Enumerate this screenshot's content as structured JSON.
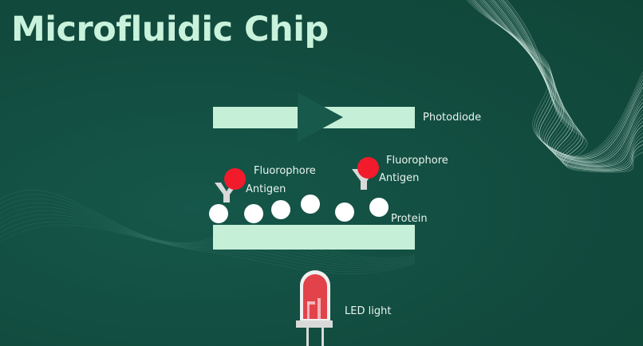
{
  "title": "Microfluidic Chip",
  "labels": {
    "photodiode": "Photodiode",
    "fluorophore_left": "Fluorophore",
    "antigen_left": "Antigen",
    "fluorophore_right": "Fluorophore",
    "antigen_right": "Antigen",
    "protein": "Protein",
    "led": "LED light"
  },
  "colors": {
    "background": "#124c3f",
    "title": "#c9f2dc",
    "plate": "#c6efd8",
    "arrow": "#17594a",
    "fluorophore": "#f21b2b",
    "protein": "#ffffff",
    "antibody": "#d9d9d9",
    "led": "#e2424a"
  },
  "icons": {
    "arrow": "triangle-right-icon",
    "antibody": "y-shape-icon",
    "led": "led-bulb-icon"
  }
}
